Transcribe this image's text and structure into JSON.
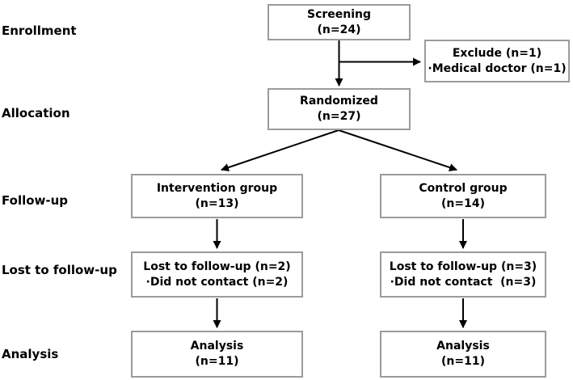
{
  "figure": {
    "type": "consort-flow-diagram",
    "stage_labels": [
      "Enrollment",
      "Allocation",
      "Follow-up",
      "Lost to follow-up",
      "Analysis"
    ],
    "boxes": {
      "screening": {
        "lines": [
          "Screening",
          "(n=24)"
        ]
      },
      "exclude": {
        "lines": [
          "Exclude (n=1)",
          "·Medical doctor (n=1)"
        ]
      },
      "randomized": {
        "lines": [
          "Randomized",
          "(n=27)"
        ]
      },
      "intervention": {
        "lines": [
          "Intervention group",
          "(n=13)"
        ]
      },
      "control": {
        "lines": [
          "Control group",
          "(n=14)"
        ]
      },
      "lost_intervention": {
        "lines": [
          "Lost to follow-up (n=2)",
          "·Did not contact (n=2)"
        ]
      },
      "lost_control": {
        "lines": [
          "Lost to follow-up (n=3)",
          "·Did not contact  (n=3)"
        ]
      },
      "analysis_intervention": {
        "lines": [
          "Analysis",
          "(n=11)"
        ]
      },
      "analysis_control": {
        "lines": [
          "Analysis",
          "(n=11)"
        ]
      }
    },
    "colors": {
      "background": "#ffffff",
      "box_border": "#9b9b9b",
      "arrow": "#000000",
      "text": "#000000"
    }
  }
}
